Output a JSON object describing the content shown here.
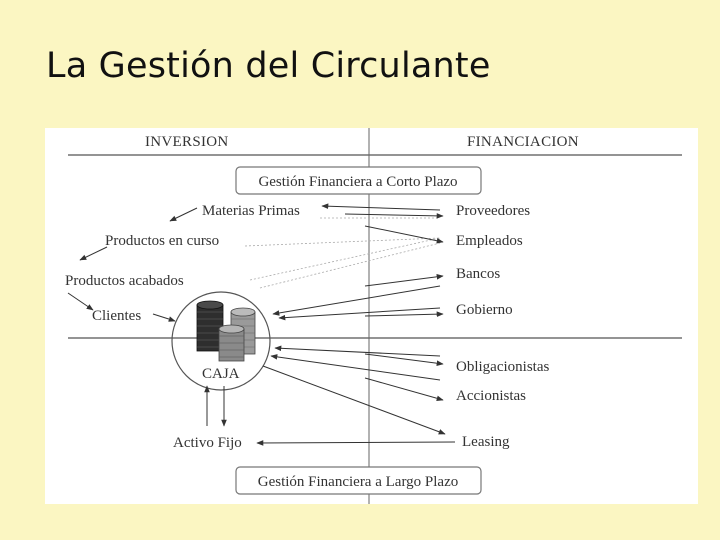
{
  "slide": {
    "title": "La Gestión del Circulante"
  },
  "diagram": {
    "headers": {
      "left": "INVERSION",
      "right": "FINANCIACION"
    },
    "boxes": {
      "short_term": "Gestión Financiera a Corto Plazo",
      "long_term": "Gestión Financiera a Largo Plazo"
    },
    "left_items": {
      "raw_materials": "Materias Primas",
      "work_in_progress": "Productos en curso",
      "finished_goods": "Productos acabados",
      "clients": "Clientes",
      "fixed_assets": "Activo Fijo"
    },
    "cash": "CAJA",
    "right_items": {
      "suppliers": "Proveedores",
      "employees": "Empleados",
      "banks": "Bancos",
      "government": "Gobierno",
      "bondholders": "Obligacionistas",
      "shareholders": "Accionistas",
      "leasing": "Leasing"
    }
  }
}
